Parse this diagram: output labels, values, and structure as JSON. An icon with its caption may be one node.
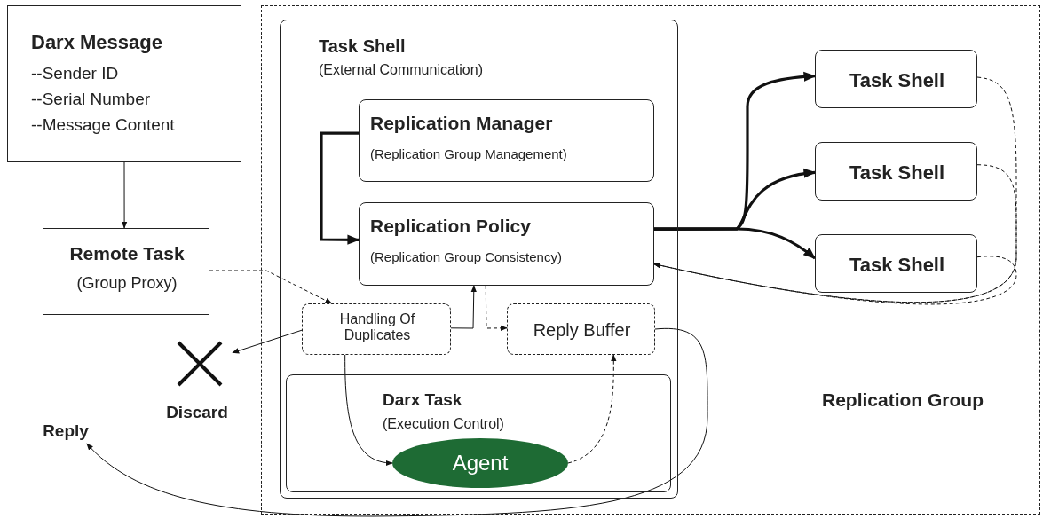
{
  "diagram": {
    "nodes": [
      {
        "text": [
          "Darx Message",
          "--Sender ID",
          "--Serial Number",
          "--Message Content"
        ]
      },
      {
        "text": [
          "Remote Task",
          "(Group Proxy)"
        ]
      },
      {
        "text": [
          "Replication Group"
        ]
      },
      {
        "text": [
          "Task Shell",
          "(External Communication)"
        ],
        "in": 2
      },
      {
        "text": [
          "Replication Manager",
          "(Replication Group Management)"
        ],
        "in": 3
      },
      {
        "text": [
          "Replication Policy",
          "(Replication Group Consistency)"
        ],
        "in": 3
      },
      {
        "text": [
          "Handling Of Duplicates"
        ],
        "in": 3
      },
      {
        "text": [
          "Reply Buffer"
        ],
        "in": 3
      },
      {
        "text": [
          "Darx Task",
          "(Execution Control)"
        ],
        "in": 3
      },
      {
        "text": [
          "Agent"
        ],
        "in": 8
      },
      {
        "text": [
          "Task Shell"
        ],
        "in": 2
      },
      {
        "text": [
          "Task Shell"
        ],
        "in": 2
      },
      {
        "text": [
          "Task Shell"
        ],
        "in": 2
      },
      {
        "text": [
          "Discard"
        ]
      },
      {
        "text": [
          "Reply"
        ]
      }
    ],
    "edges": [
      {
        "from": 0,
        "to": 1,
        "arrow": "to"
      },
      {
        "from": 1,
        "to": 6,
        "arrow": "to",
        "style": "dashed"
      },
      {
        "from": 4,
        "to": 5,
        "arrow": "to",
        "style": "thick"
      },
      {
        "from": 6,
        "to": 13,
        "arrow": "to"
      },
      {
        "from": 6,
        "to": 5,
        "arrow": "to"
      },
      {
        "from": 5,
        "to": 7,
        "arrow": "to",
        "style": "dashed"
      },
      {
        "from": 6,
        "to": 9,
        "arrow": "to"
      },
      {
        "from": 9,
        "to": 7,
        "arrow": "to",
        "style": "dashed"
      },
      {
        "from": 7,
        "to": 14,
        "arrow": "to"
      },
      {
        "from": 5,
        "to": 10,
        "arrow": "to",
        "style": "thick"
      },
      {
        "from": 5,
        "to": 11,
        "arrow": "to",
        "style": "thick"
      },
      {
        "from": 5,
        "to": 12,
        "arrow": "to",
        "style": "thick"
      },
      {
        "from": 10,
        "to": 5,
        "arrow": "to",
        "style": "dashed"
      },
      {
        "from": 11,
        "to": 5,
        "arrow": "to",
        "style": "dashed"
      },
      {
        "from": 12,
        "to": 5,
        "arrow": "to",
        "style": "dashed"
      }
    ]
  }
}
